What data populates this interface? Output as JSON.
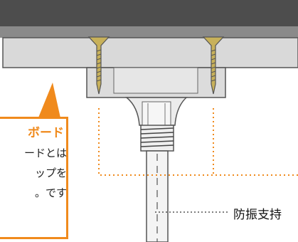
{
  "callout": {
    "title": "ボード",
    "lines": [
      "ードとは",
      "ップを",
      "です。"
    ]
  },
  "support_label": "防振支持",
  "colors": {
    "accent": "#f08a1c",
    "slab_top": "#4d4d4d",
    "board": "#d6d6d6",
    "outline": "#555555"
  }
}
